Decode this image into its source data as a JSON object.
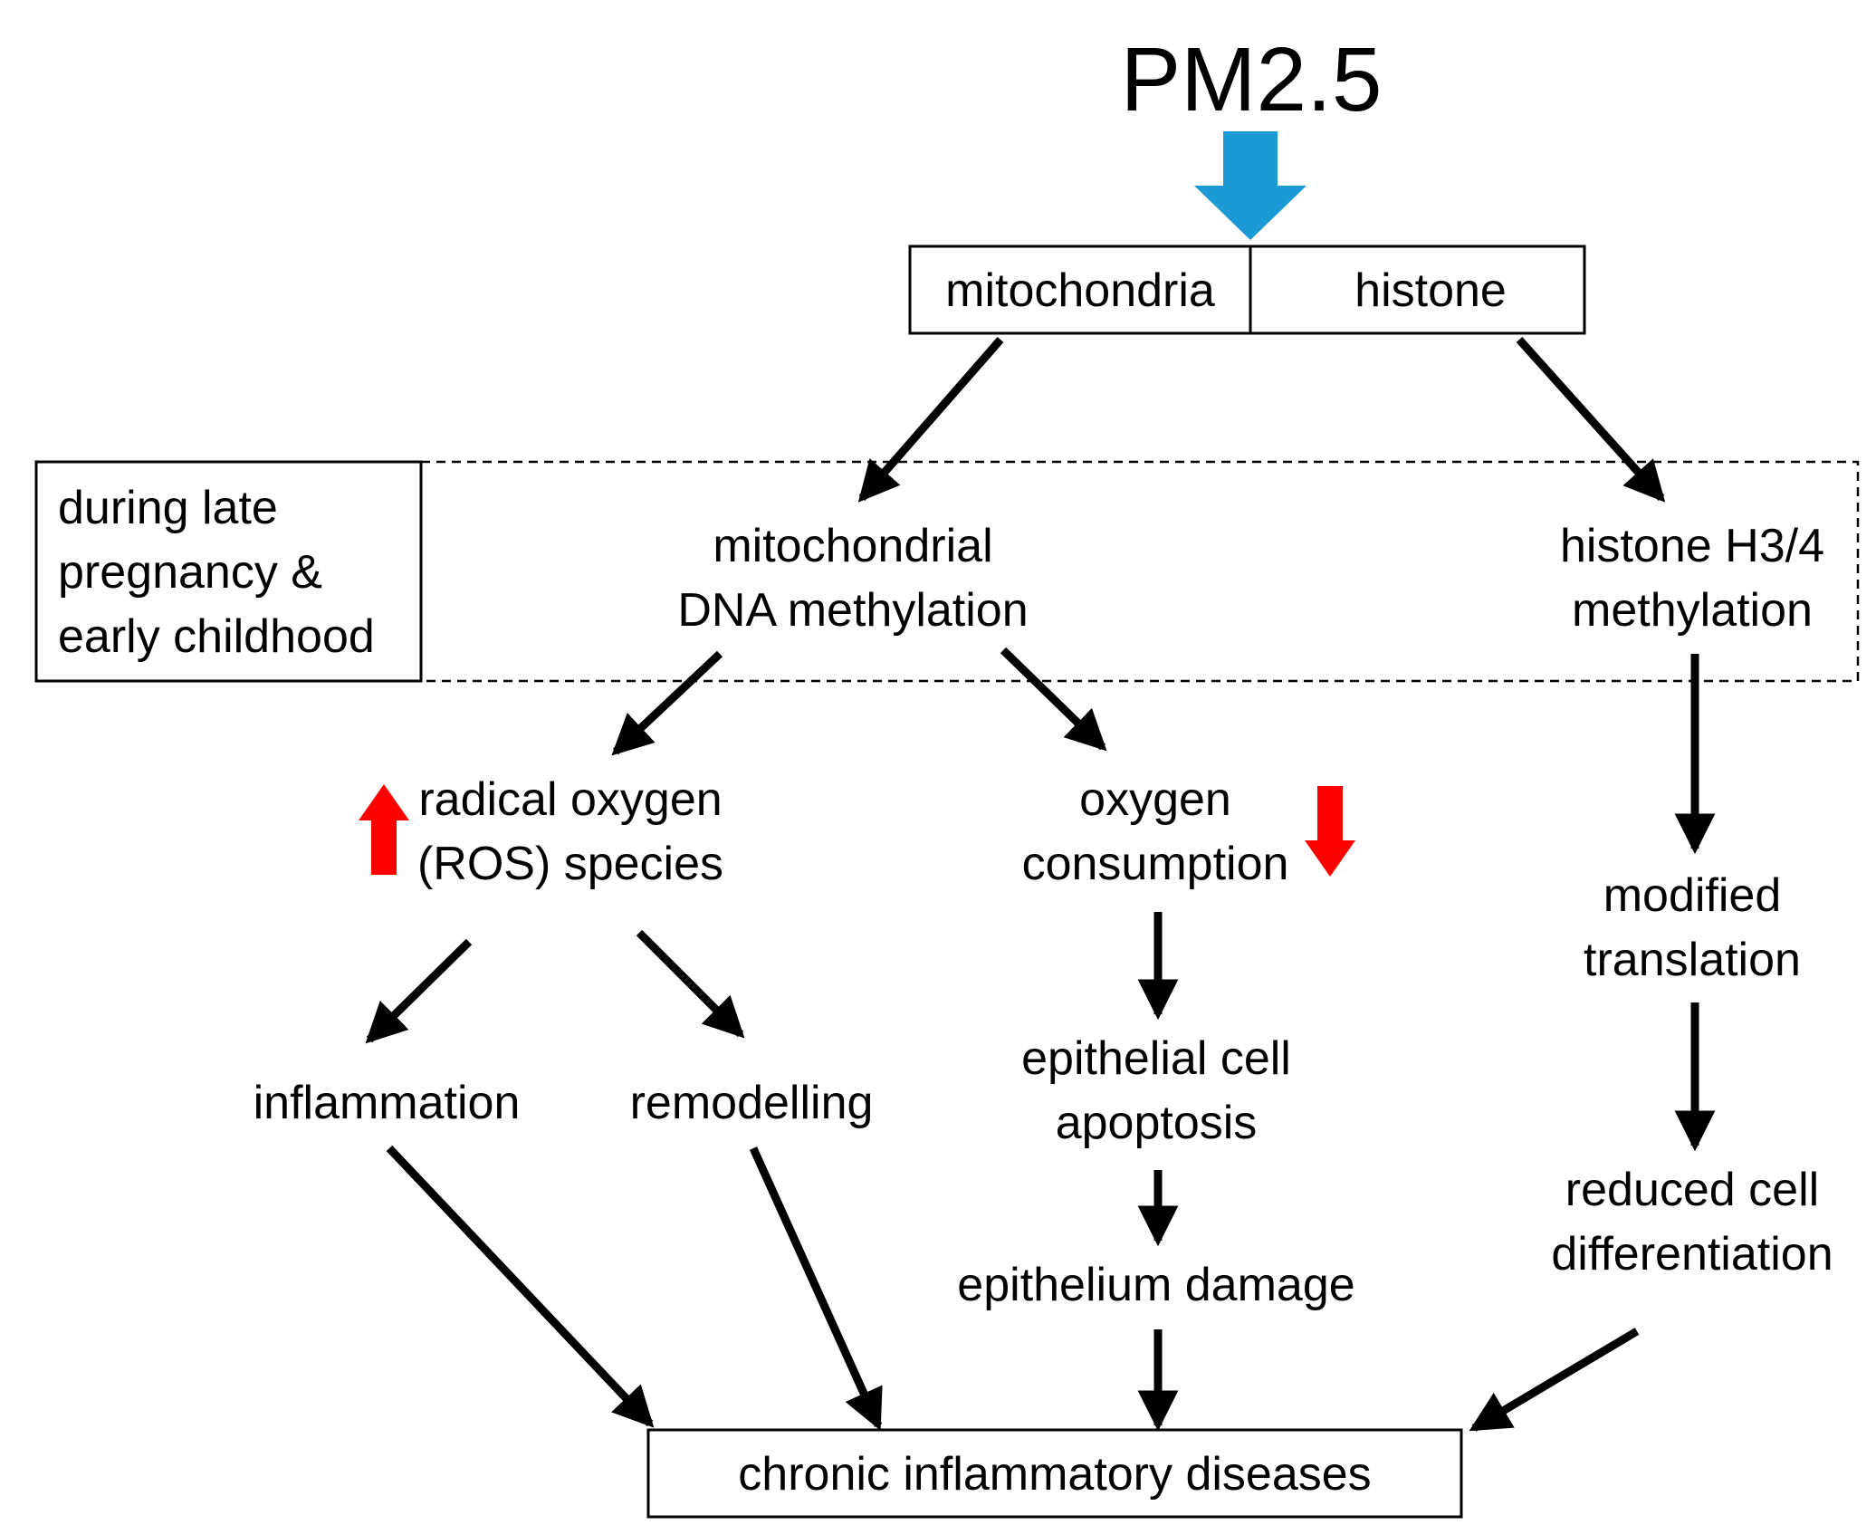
{
  "title": "PM2.5",
  "top_box": {
    "left": "mitochondria",
    "right": "histone"
  },
  "period": {
    "line1": "during late",
    "line2": "pregnancy &",
    "line3": "early childhood"
  },
  "nodes": {
    "mito_dna": {
      "line1": "mitochondrial",
      "line2": "DNA methylation"
    },
    "histone_meth": {
      "line1": "histone H3/4",
      "line2": "methylation"
    },
    "ros": {
      "line1": "radical oxygen",
      "line2": "(ROS) species",
      "change": "increase"
    },
    "oxygen": {
      "line1": "oxygen",
      "line2": "consumption",
      "change": "decrease"
    },
    "translation": {
      "line1": "modified",
      "line2": "translation"
    },
    "inflammation": {
      "line1": "inflammation"
    },
    "remodelling": {
      "line1": "remodelling"
    },
    "apoptosis": {
      "line1": "epithelial cell",
      "line2": "apoptosis"
    },
    "damage": {
      "line1": "epithelium damage"
    },
    "differentiation": {
      "line1": "reduced cell",
      "line2": "differentiation"
    }
  },
  "outcome": "chronic inflammatory diseases",
  "colors": {
    "exposure_arrow": "#1b9ad6",
    "change_arrow": "#ff0000",
    "line": "#000000"
  }
}
